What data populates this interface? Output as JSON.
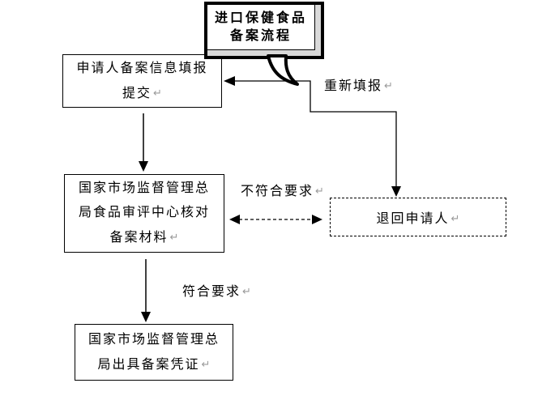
{
  "diagram": {
    "title_bubble": {
      "line1": "进口保健食品",
      "line2": "备案流程"
    },
    "nodes": {
      "applicant": {
        "line1": "申请人备案信息填报",
        "line2": "提交"
      },
      "review": {
        "line1": "国家市场监督管理总",
        "line2": "局食品审评中心核对",
        "line3": "备案材料"
      },
      "certificate": {
        "line1": "国家市场监督管理总",
        "line2": "局出具备案凭证"
      },
      "return_applicant": {
        "label": "退回申请人"
      }
    },
    "edge_labels": {
      "refill": "重新填报",
      "not_meet": "不符合要求",
      "meet": "符合要求"
    },
    "paragraph_mark": "↵",
    "colors": {
      "line": "#000000",
      "bubble_shadow": "#d9d9d9",
      "paragraph_mark": "#9a9a9a",
      "background": "#ffffff"
    }
  }
}
